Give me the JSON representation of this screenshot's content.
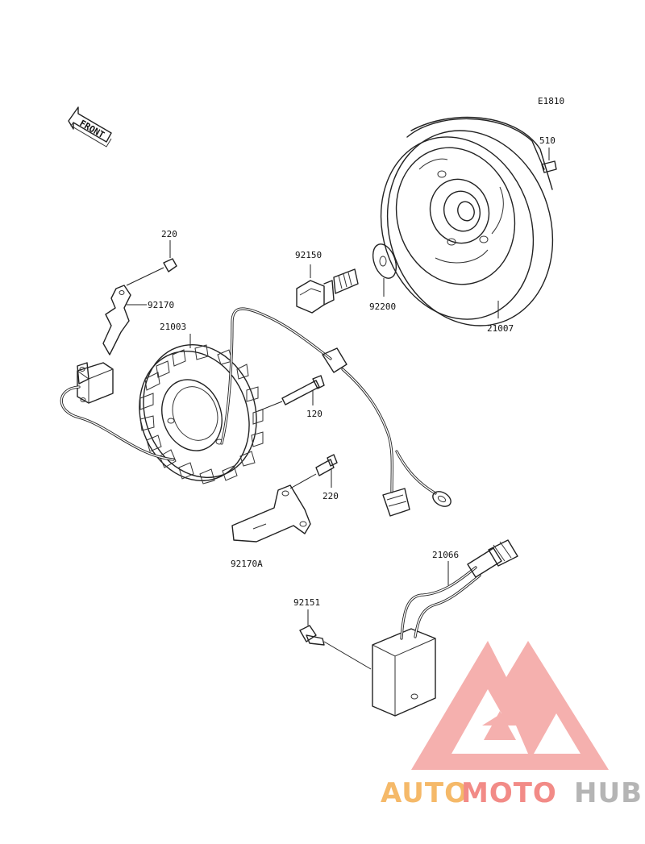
{
  "diagram_code": "E1810",
  "front_label": "FRONT",
  "parts": {
    "p510": "510",
    "p21007": "21007",
    "p92200": "92200",
    "p92150": "92150",
    "p220_top": "220",
    "p92170": "92170",
    "p21003": "21003",
    "p120": "120",
    "p220_bottom": "220",
    "p92170A": "92170A",
    "p21066": "21066",
    "p92151": "92151"
  },
  "watermark": {
    "part1": "AUTO",
    "part2": "MOTO",
    "part3": "HUB",
    "color_auto": "#f5b969",
    "color_moto": "#f28b87",
    "color_hub": "#b5b5b5",
    "logo_color": "#f4a3a0"
  }
}
